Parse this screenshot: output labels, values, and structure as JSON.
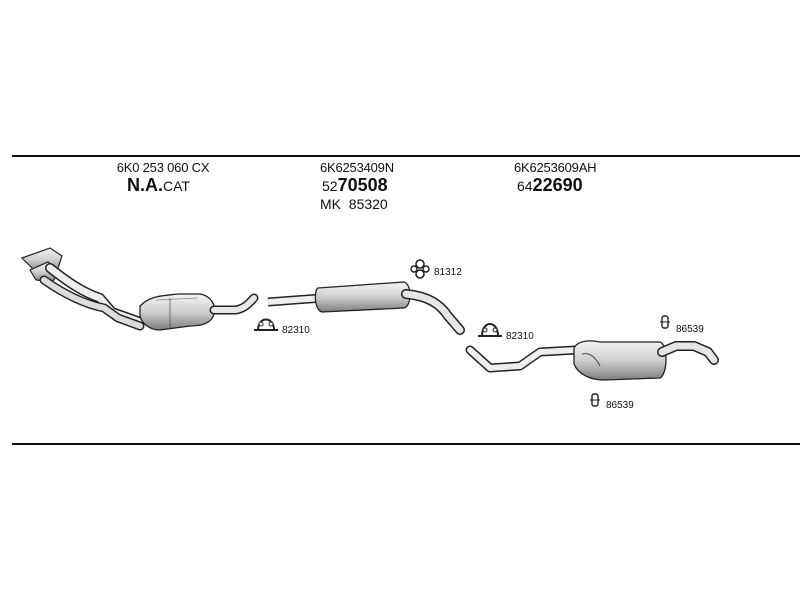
{
  "groups": [
    {
      "part_number": "6K0 253 060 CX",
      "code_bold": "N.A.",
      "code_suffix": "CAT"
    },
    {
      "part_number": "6K6253409N",
      "code_prefix": "52",
      "code_bold": "70508",
      "extra": "MK  85320"
    },
    {
      "part_number": "6K6253609AH",
      "code_prefix": "64",
      "code_bold": "22690"
    }
  ],
  "callouts": {
    "clamp_1": "82310",
    "hanger_1": "81312",
    "clamp_2": "82310",
    "mount_top": "86539",
    "mount_bottom": "86539"
  }
}
